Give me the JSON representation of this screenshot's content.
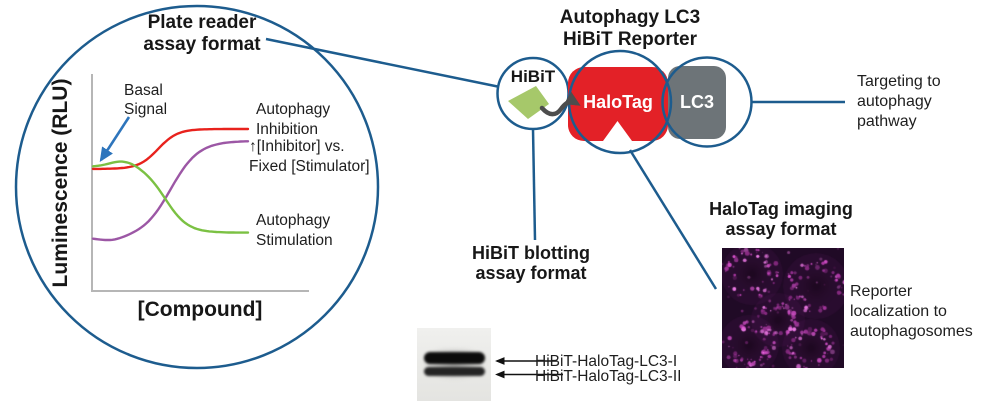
{
  "palette": {
    "outline_blue": "#1d5c8e",
    "arrow_blue": "#2e75bc",
    "halotag_red": "#e32127",
    "lc3_gray": "#6d7478",
    "kite_green": "#a6c86a",
    "linker_gray": "#4d4d4d",
    "axis_gray": "#b6b6b6",
    "puncta_magenta": "#d851cd"
  },
  "plate_reader": {
    "title": "Plate reader\nassay format"
  },
  "chart_data": {
    "type": "line",
    "title": "Plate reader assay format",
    "xlabel": "[Compound]",
    "ylabel": "Luminescence (RLU)",
    "x_axis_scale": "qualitative, increasing compound concentration",
    "y_axis_scale": "qualitative, relative luminescence",
    "grid": false,
    "legend_position": "labels at right end of each curve",
    "annotations": {
      "basal_label": "Basal\nSignal",
      "inhibition_label": "Autophagy\nInhibition",
      "inhibitor_vs_label": "↑[Inhibitor] vs.\nFixed [Stimulator]",
      "stimulation_label": "Autophagy\nStimulation"
    },
    "series": [
      {
        "name": "Autophagy Inhibition",
        "color": "#e8221d",
        "shape": "sigmoid-increase",
        "y_start": 0.565,
        "y_end": 0.75,
        "x_mid": 0.42,
        "steepness": 16
      },
      {
        "name": "[Inhibitor] vs. Fixed [Stimulator]",
        "color": "#9c57a5",
        "shape": "sigmoid-increase",
        "y_start": 0.245,
        "y_end": 0.695,
        "x_mid": 0.5,
        "steepness": 11,
        "bump": {
          "amp": -0.015,
          "center": 0.12,
          "width": 0.08
        }
      },
      {
        "name": "Autophagy Stimulation",
        "color": "#7bc143",
        "shape": "sigmoid-decrease",
        "y_start": 0.575,
        "y_end": 0.27,
        "x_mid": 0.47,
        "steepness": 14,
        "bump": {
          "amp": 0.03,
          "center": 0.2,
          "width": 0.09
        }
      }
    ]
  },
  "reporter": {
    "title": "Autophagy LC3\nHiBiT Reporter",
    "hibit_label": "HiBiT",
    "halotag_label": "HaloTag",
    "lc3_label": "LC3",
    "targeting_note": "Targeting to\nautophagy\npathway"
  },
  "blotting": {
    "title": "HiBiT blotting\nassay format",
    "band_labels": [
      "HiBiT-HaloTag-LC3-I",
      "HiBiT-HaloTag-LC3-II"
    ]
  },
  "imaging": {
    "title": "HaloTag imaging\nassay format",
    "caption": "Reporter\nlocalization to\nautophagosomes"
  }
}
